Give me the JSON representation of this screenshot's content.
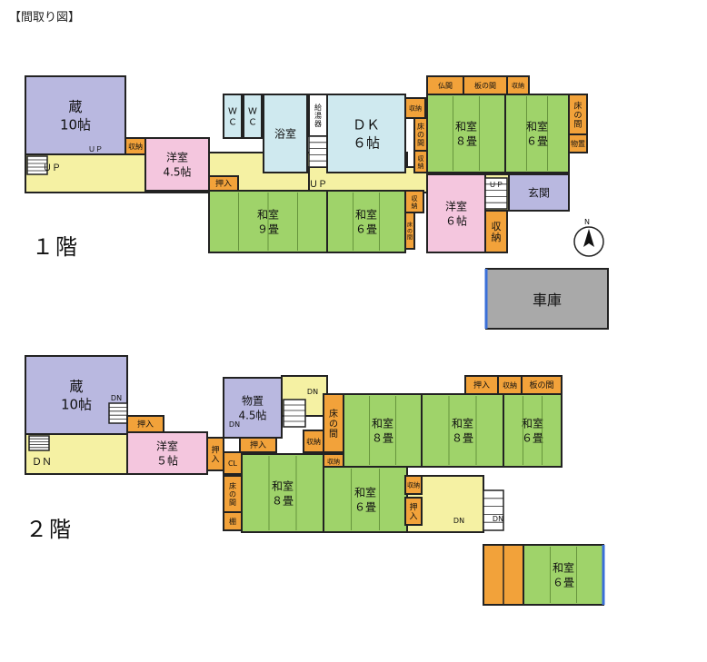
{
  "title": "【間取り図】",
  "colors": {
    "wall": "#222222",
    "japanese_room": "#9fd36a",
    "western_room": "#f4c6de",
    "kura": "#b9b8e0",
    "wet_area": "#cfe9ef",
    "corridor": "#f5f1a3",
    "storage": "#f2a23a",
    "garage": "#a9a9a9",
    "entrance": "#b9b8e0",
    "white": "#ffffff"
  },
  "floor1": {
    "label": "１階",
    "rooms": {
      "kura": [
        "蔵",
        "10帖"
      ],
      "yoshitsu": [
        "洋室",
        "4.5帖"
      ],
      "wc1": [
        "W",
        "C"
      ],
      "wc2": [
        "W",
        "C"
      ],
      "bath": "浴室",
      "boiler": "給湯器",
      "dk": [
        "ＤＫ",
        "６帖"
      ],
      "washitsu8": [
        "和室",
        "８畳"
      ],
      "washitsu6a": [
        "和室",
        "６畳"
      ],
      "washitsu9": [
        "和室",
        "９畳"
      ],
      "washitsu6b": [
        "和室",
        "６畳"
      ],
      "yoshitsu6": [
        "洋室",
        "６帖"
      ],
      "genkan": "玄関"
    },
    "storage": {
      "shuno1": "収納",
      "oshiire": "押入",
      "shuno2": "収納",
      "butsuma": "仏間",
      "itanoma": "板の間",
      "shuno3": "収納",
      "tokonoma1": "床の間",
      "tokonoma2": "床の間",
      "shuno4": "収納",
      "shuno5": "収納",
      "tokonoma3": "床の間",
      "monoire": "物置",
      "shuno_big": "収納"
    },
    "marks": {
      "up1": "ＵＰ",
      "up2": "ＵＰ",
      "up3": "ＵＰ",
      "up4": "ＵＰ"
    },
    "garage": "車庫",
    "compass": "N"
  },
  "floor2": {
    "label": "２階",
    "rooms": {
      "kura": [
        "蔵",
        "10帖"
      ],
      "yoshitsu": [
        "洋室",
        "５帖"
      ],
      "monooki": [
        "物置",
        "4.5帖"
      ],
      "washitsu8a": [
        "和室",
        "８畳"
      ],
      "washitsu8b": [
        "和室",
        "８畳"
      ],
      "washitsu6a": [
        "和室",
        "６畳"
      ],
      "washitsu8c": [
        "和室",
        "８畳"
      ],
      "washitsu6b": [
        "和室",
        "６畳"
      ],
      "washitsu6c": [
        "和室",
        "６畳"
      ]
    },
    "storage": {
      "oshiire1": "押入",
      "oshiire2": "押入",
      "oshiire3": "押入",
      "oshiire4": "押入",
      "oshiire5": "押入",
      "shuno1": "収納",
      "shuno2": "収納",
      "shuno3": "収納",
      "shuno4": "収納",
      "itanoma": "板の間",
      "tokonoma1": "床の間",
      "tokonoma2": "床の間",
      "cl": "CL",
      "tana": "棚"
    },
    "marks": {
      "dn1": "ＤＮ",
      "dn2": "DN",
      "dn3": "DN",
      "dn4": "DN",
      "dn5": "DN",
      "dn6": "DN"
    }
  }
}
